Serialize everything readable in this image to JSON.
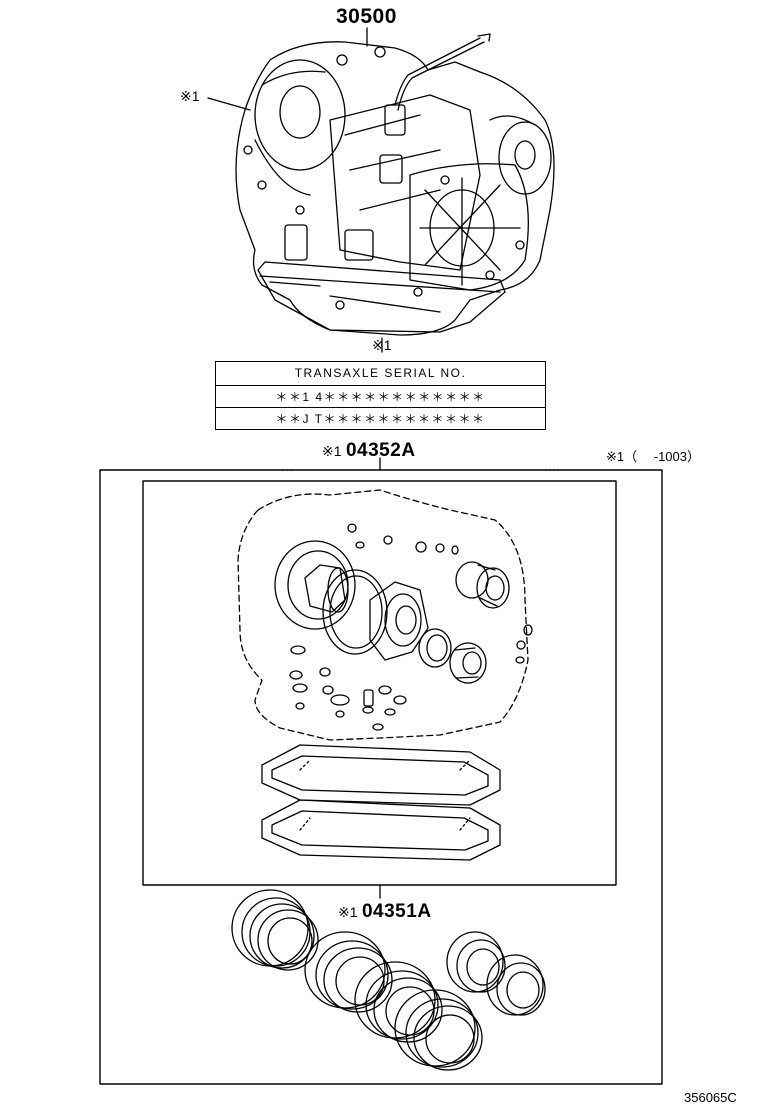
{
  "callouts": {
    "transaxle_part": "30500",
    "note_mark_left": "※1",
    "note_mark_serial": "※1",
    "overhaul_kit_mark": "※1",
    "overhaul_kit_part": "04352A",
    "range_note": "※1（　 -1003）",
    "clutch_kit_mark": "※1",
    "clutch_kit_part": "04351A",
    "diagram_id": "356065C"
  },
  "serial_table": {
    "header": "TRANSAXLE SERIAL NO.",
    "row1": "＊＊1 4＊＊＊＊＊＊＊＊＊＊＊＊",
    "row2": "＊＊J T＊＊＊＊＊＊＊＊＊＊＊＊"
  }
}
